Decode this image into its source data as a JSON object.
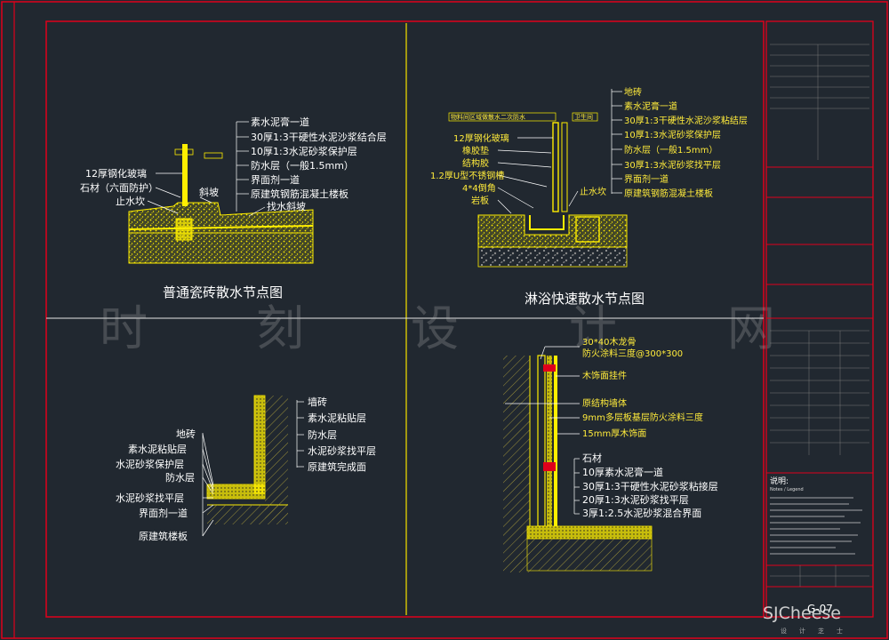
{
  "colors": {
    "background": "#212830",
    "frame": "#e0001b",
    "divider_v": "#e8d500",
    "divider_h": "#e6e6e6",
    "material": "#ffee00",
    "leader": "#ffffff",
    "hatch": "#9a8f3a"
  },
  "watermark": {
    "chars": [
      "时",
      "刻",
      "设",
      "计",
      "网"
    ]
  },
  "panels": {
    "tl": {
      "title": "普通瓷砖散水节点图",
      "left_labels": [
        "12厚钢化玻璃",
        "石材（六面防护）",
        "止水坎"
      ],
      "right_labels": [
        "素水泥膏一道",
        "30厚1:3干硬性水泥沙浆结合层",
        "10厚1:3水泥砂浆保护层",
        "防水层（一般1.5mm）",
        "界面剂一道",
        "原建筑钢筋混凝土楼板"
      ],
      "inner_labels": [
        "斜坡",
        "找水斜坡"
      ]
    },
    "tr": {
      "title": "淋浴快速散水节点图",
      "top_labels": [
        "物料间区域做散水二次防水",
        "卫生间"
      ],
      "left_labels": [
        "12厚钢化玻璃",
        "橡胶垫",
        "结构胶",
        "1.2厚U型不锈钢槽",
        "4*4倒角",
        "岩板"
      ],
      "right_labels": [
        "地砖",
        "素水泥膏一道",
        "30厚1:3干硬性水泥沙浆粘结层",
        "10厚1:3水泥砂浆保护层",
        "防水层（一般1.5mm）",
        "30厚1:3水泥砂浆找平层",
        "界面剂一道",
        "原建筑钢筋混凝土楼板"
      ],
      "inner_labels": [
        "止水坎"
      ]
    },
    "bl": {
      "left_labels": [
        "地砖",
        "素水泥粘贴层",
        "水泥砂浆保护层",
        "防水层",
        "水泥砂浆找平层",
        "界面剂一道",
        "原建筑楼板"
      ],
      "right_labels": [
        "墙砖",
        "素水泥粘贴层",
        "防水层",
        "水泥砂浆找平层",
        "原建筑完成面"
      ]
    },
    "br": {
      "labels": [
        "30*40木龙骨",
        "防火涂料三度@300*300",
        "木饰面挂件",
        "原结构墙体",
        "9mm多层板基层防火涂料三度",
        "15mm厚木饰面",
        "石材",
        "10厚素水泥膏一道",
        "30厚1:3干硬性水泥砂浆粘接层",
        "20厚1:3水泥砂浆找平层",
        "3厚1:2.5水泥砂浆混合界面"
      ]
    }
  },
  "title_block": {
    "legend": "说明:",
    "legend_sub": "Notes / Legend",
    "sheet_no": "G-07"
  },
  "brand": {
    "name": "SJCheese",
    "sub": "设计芝士"
  }
}
